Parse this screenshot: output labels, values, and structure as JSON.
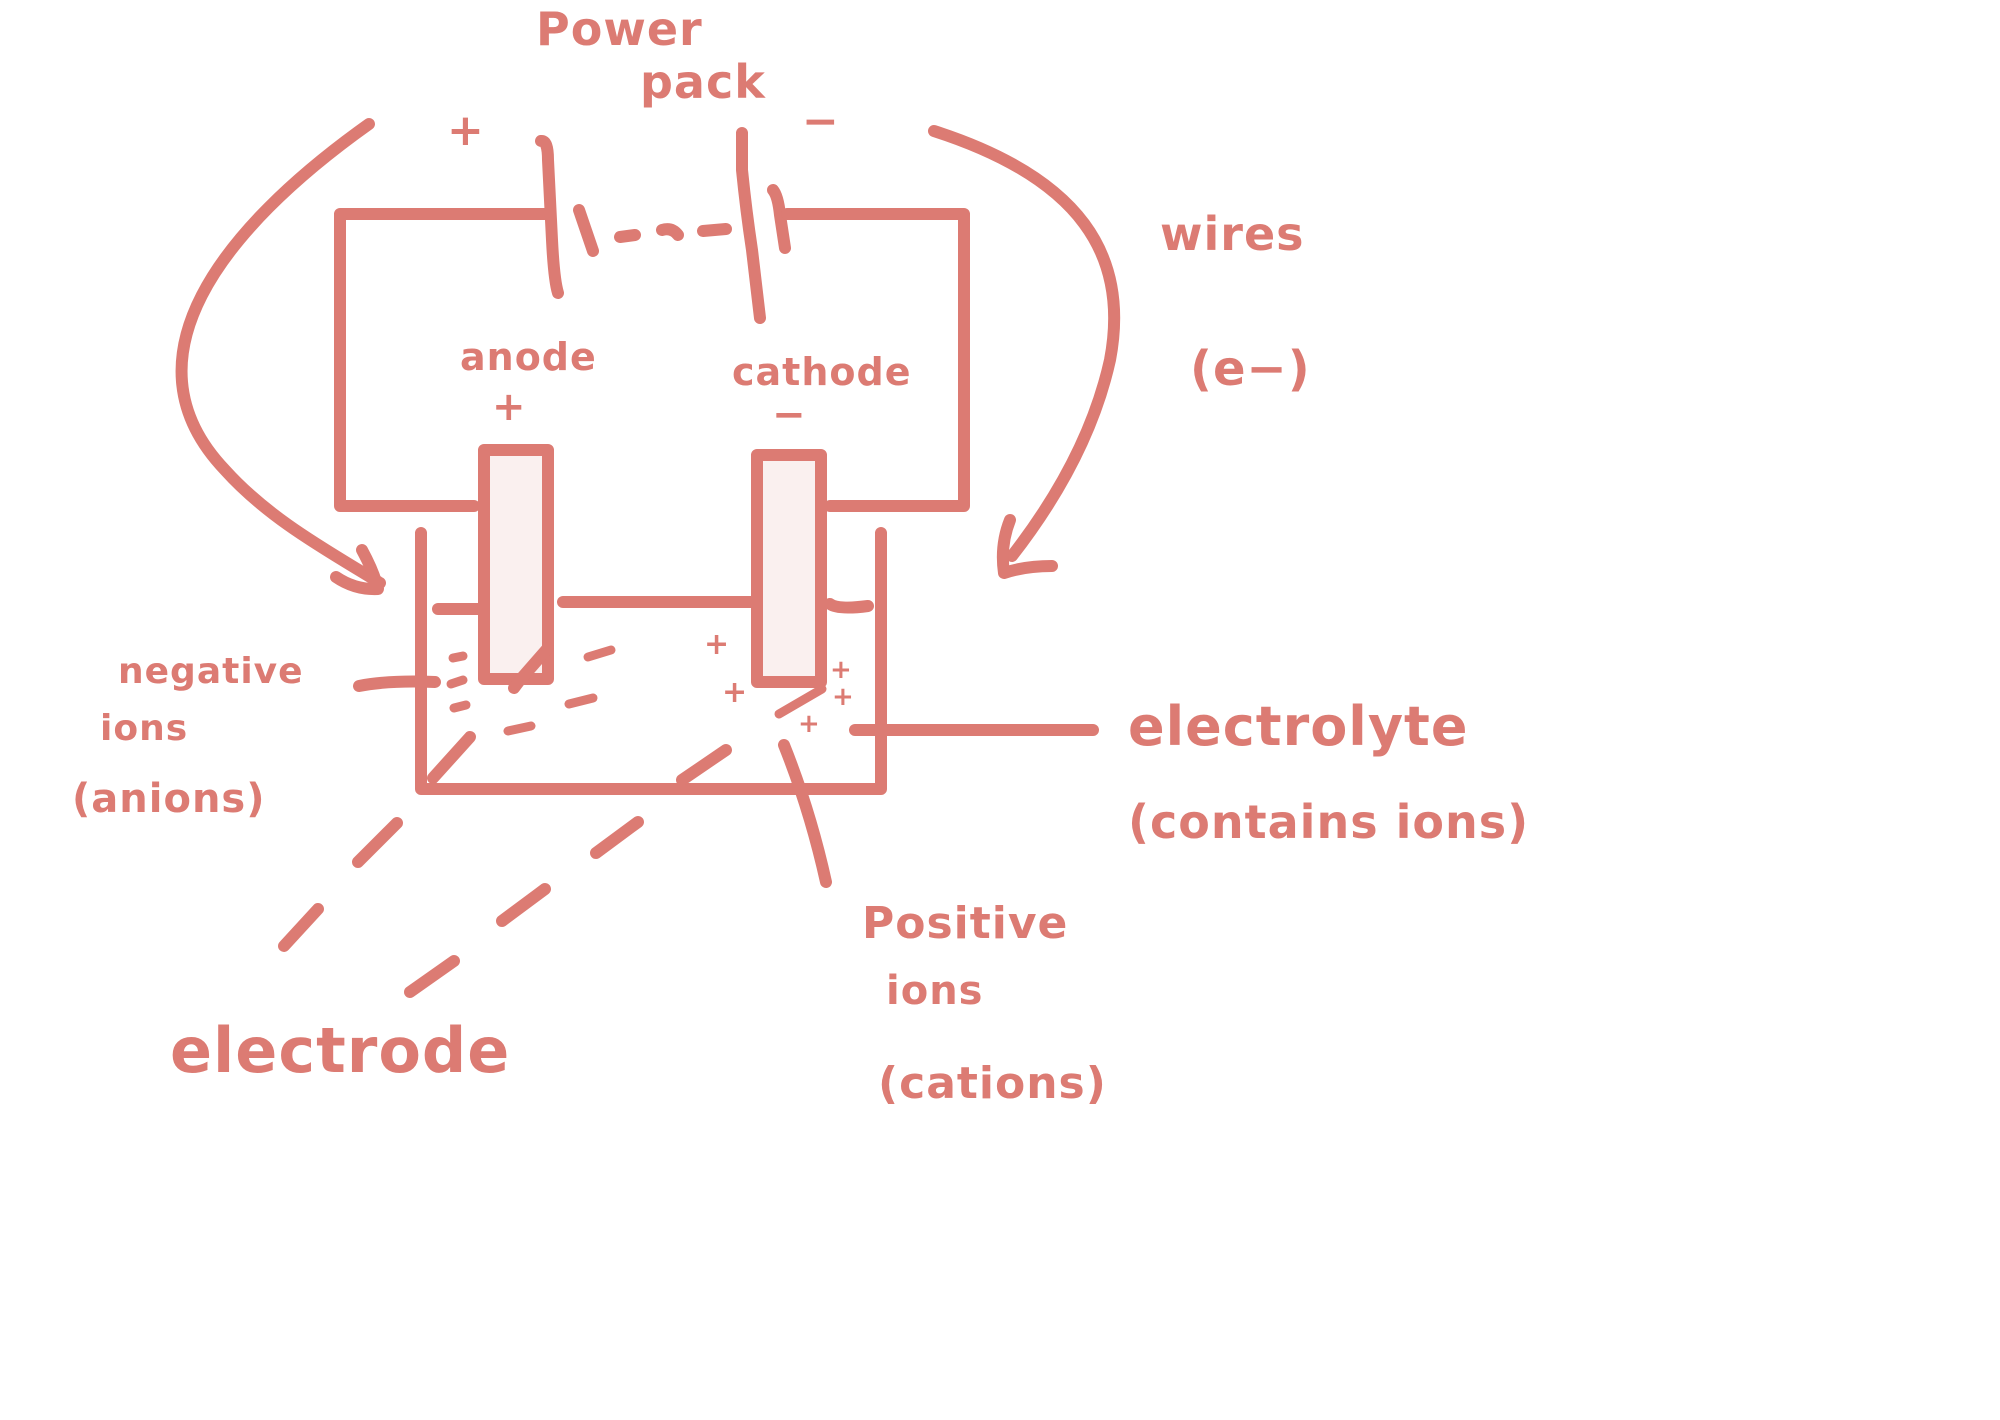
{
  "labels": {
    "power_pack_line1": "Power",
    "power_pack_line2": "pack",
    "anode": "anode",
    "cathode": "cathode",
    "wires": "wires",
    "electron": "(e−)",
    "negative_ions_line1": "negative",
    "negative_ions_line2": "ions",
    "negative_ions_line3": "(anions)",
    "electrolyte_line1": "electrolyte",
    "electrolyte_line2": "(contains ions)",
    "positive_ions_line1": "Positive",
    "positive_ions_line2": "ions",
    "positive_ions_line3": "(cations)",
    "electrode": "electrode"
  },
  "signs": {
    "power_plus": "+",
    "power_minus": "−",
    "anode_sign": "+",
    "cathode_sign": "−",
    "anion": "−",
    "cation": "+"
  },
  "colors": {
    "ink": "#DC7B73",
    "electrode_fill": "#FAF0EF",
    "background": "#ffffff"
  }
}
